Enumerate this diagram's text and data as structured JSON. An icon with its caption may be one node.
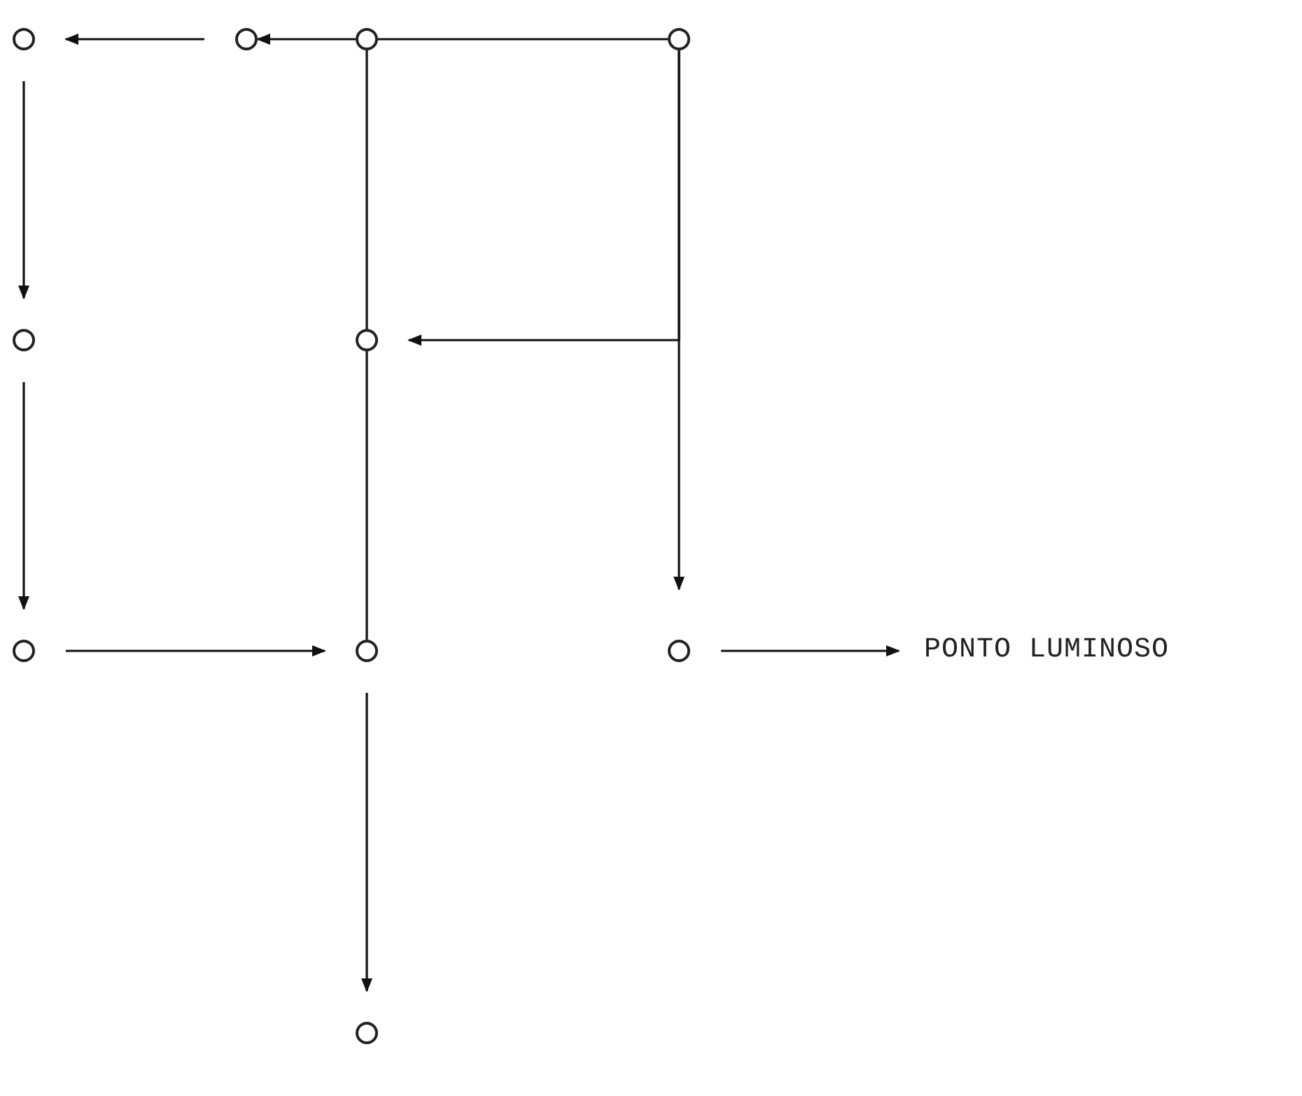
{
  "diagram": {
    "nodes": [
      {
        "text": [],
        "shape": "circle"
      },
      {
        "text": [],
        "shape": "circle"
      },
      {
        "text": [],
        "shape": "circle"
      },
      {
        "text": [],
        "shape": "circle"
      },
      {
        "text": [],
        "shape": "circle"
      },
      {
        "text": [],
        "shape": "circle"
      },
      {
        "text": [],
        "shape": "circle"
      },
      {
        "text": [],
        "shape": "circle"
      },
      {
        "text": [],
        "shape": "circle"
      },
      {
        "text": [],
        "shape": "circle"
      },
      {
        "text": [
          "PONTO LUMINOSO"
        ]
      }
    ],
    "edges": [
      {
        "from": 2,
        "to": 1,
        "arrow": "to"
      },
      {
        "from": 1,
        "to": 0,
        "arrow": "to"
      },
      {
        "from": 2,
        "to": 3,
        "arrow": "none"
      },
      {
        "from": 3,
        "to": 8,
        "arrow": "to"
      },
      {
        "from": 3,
        "to": 5,
        "arrow": "to"
      },
      {
        "from": 0,
        "to": 4,
        "arrow": "to"
      },
      {
        "from": 4,
        "to": 6,
        "arrow": "to"
      },
      {
        "from": 6,
        "to": 7,
        "arrow": "to"
      },
      {
        "from": 2,
        "to": 5,
        "arrow": "none"
      },
      {
        "from": 5,
        "to": 7,
        "arrow": "none"
      },
      {
        "from": 7,
        "to": 9,
        "arrow": "to"
      },
      {
        "from": 8,
        "to": 10,
        "arrow": "to"
      }
    ]
  }
}
